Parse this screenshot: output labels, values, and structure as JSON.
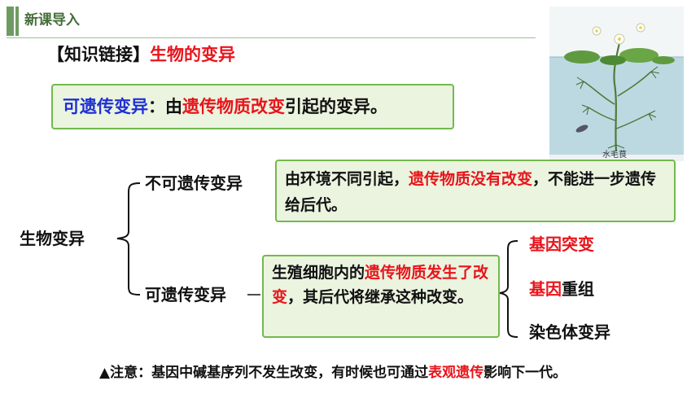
{
  "header": {
    "title": "新课导入"
  },
  "link": {
    "prefix": "【知识链接】",
    "topic": "生物的变异"
  },
  "definition": {
    "term": "可遗传变异",
    "sep": "：由",
    "highlight": "遗传物质改变",
    "rest": "引起的变异。"
  },
  "tree": {
    "root": "生物变异",
    "branch_top": "不可遗传变异",
    "branch_bottom": "可遗传变异"
  },
  "non_heritable": {
    "p1": "由环境不同引起，",
    "highlight": "遗传物质没有改变",
    "p2": "，不能进一步遗传给后代。"
  },
  "heritable": {
    "p1": "生殖细胞内的",
    "highlight": "遗传物质发生了改变",
    "p2": "，其后代将继承这种改变。"
  },
  "types": {
    "t1": "基因突变",
    "t2_red": "基因",
    "t2_black": "重组",
    "t3": "染色体变异"
  },
  "illustration": {
    "caption": "水毛茛"
  },
  "note": {
    "prefix": "▲注意：基因中碱基序列不发生改变，有时候也可通过",
    "highlight": "表观遗传",
    "suffix": "影响下一代。"
  },
  "colors": {
    "accent_green": "#6f9b63",
    "box_border": "#74b84d",
    "box_fill": "#eaf4df",
    "red": "#e8141b",
    "blue": "#1f2fd6"
  }
}
